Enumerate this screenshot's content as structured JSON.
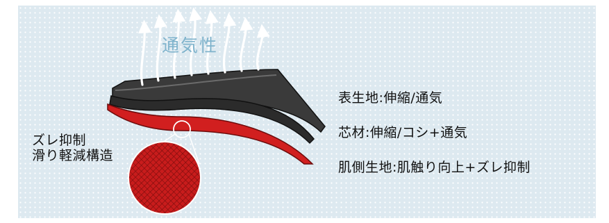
{
  "diagram": {
    "breathability_label": "通気性",
    "layers": [
      {
        "label": "表生地:伸縮/通気"
      },
      {
        "label": "芯材:伸縮/コシ+通気"
      },
      {
        "label": "肌側生地:肌触り向上+ズレ抑制"
      }
    ],
    "callout": {
      "line1": "ズレ抑制",
      "line2": "滑り軽減構造"
    },
    "colors": {
      "background": "#dde9f0",
      "outer_layer": "#3a3a3a",
      "core_layer": "#2b2b2b",
      "skin_layer": "#d11f1f",
      "accent_text": "#7fb3cc"
    }
  }
}
